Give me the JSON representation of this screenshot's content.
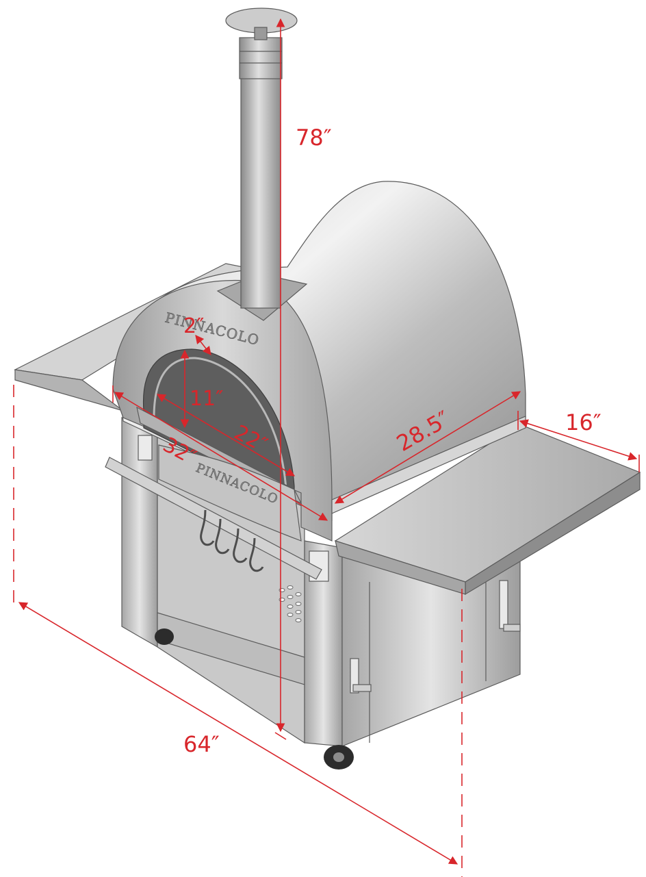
{
  "brand": {
    "logo_text": "PINNACOLO",
    "door_text": "PINNACOLO"
  },
  "dimensions": {
    "total_height": "78″",
    "total_width": "64″",
    "oven_depth": "28.5″",
    "shelf_depth": "16″",
    "opening_width": "22″",
    "oven_width": "32″",
    "opening_height": "11″",
    "arch_thickness": "2″"
  },
  "colors": {
    "dimension": "#d8262b",
    "steel_light": "#e8e8e8",
    "steel_mid": "#b9b9b9",
    "steel_dark": "#7d7d7d"
  }
}
